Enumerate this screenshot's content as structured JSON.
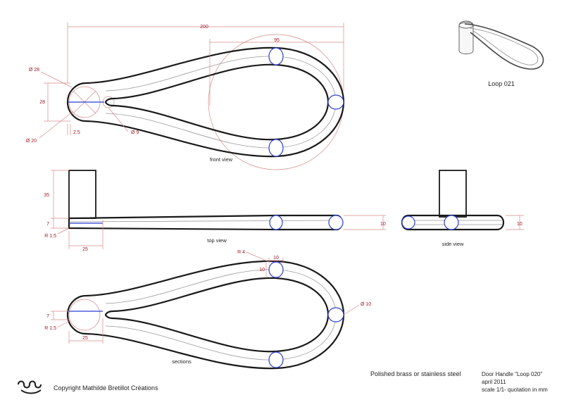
{
  "views": {
    "front": {
      "caption": "front view"
    },
    "top": {
      "caption": "top view"
    },
    "side": {
      "caption": "side view"
    },
    "sections": {
      "caption": "sections"
    }
  },
  "dimensions": {
    "front": {
      "overall_length": "200",
      "loop_width": "95",
      "hub_diameter_outer": "Ø 28",
      "hub_height": "28",
      "hub_diameter_inner": "Ø 20",
      "offset": "2.5",
      "pin_diameter": "Ø 9"
    },
    "top": {
      "post_height": "35",
      "bar_height": "7",
      "edge_radius": "R 1.5",
      "post_width": "25",
      "thickness": "10"
    },
    "side": {
      "thickness": "10"
    },
    "sections": {
      "radius": "R 4",
      "section_width": "10",
      "section_height": "10",
      "bar_height": "7",
      "edge_radius": "R 1.5",
      "post_width": "25",
      "section_diameter": "Ø 10"
    }
  },
  "preview": {
    "label": "Loop 021"
  },
  "material": "Polished brass or stainless steel",
  "title_block": {
    "product": "Door Handle \"Loop 020\"",
    "date": "april 2011",
    "scale": "scale 1/1- quotation in mm"
  },
  "copyright": "Copyright Mathilde Bretillot Créations",
  "colors": {
    "dimension_text": "#9b1c2a",
    "dimension_lines": "#d88a8a",
    "section_marks": "#2b3fd6",
    "outline": "#1a1a1a"
  }
}
